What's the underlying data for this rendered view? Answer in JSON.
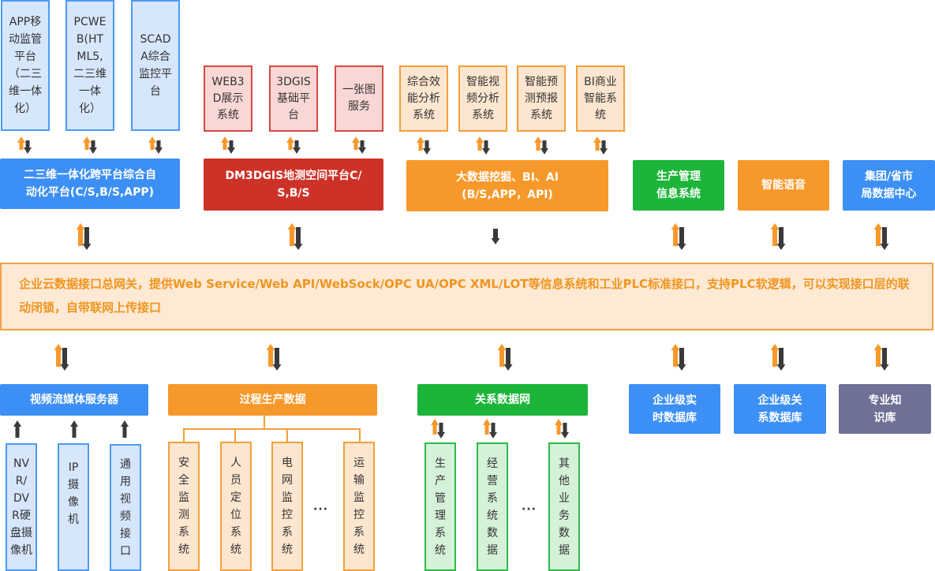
{
  "top_blue_apps": [
    {
      "label": "APP移\n动监管\n平台\n（二三\n维一体\n化）"
    },
    {
      "label": "PCWE\nB(HT\nML5,\n二三维\n一体\n化）"
    },
    {
      "label": "SCAD\nA综合\n监控平\n台"
    }
  ],
  "top_red_apps": [
    {
      "label": "WEB3\nD展示\n系统"
    },
    {
      "label": "3DGIS\n基础平\n台"
    },
    {
      "label": "一张图\n服务"
    }
  ],
  "top_orange_apps": [
    {
      "label": "综合效\n能分析\n系统"
    },
    {
      "label": "智能视\n频分析\n系统"
    },
    {
      "label": "智能预\n测预报\n系统"
    },
    {
      "label": "BI商业\n智能系\n统"
    }
  ],
  "platforms": {
    "automation": "二三维一体化跨平台综合自\n动化平台(C/S,B/S,APP)",
    "gis": "DM3DGIS地测空间平台C/\nS,B/S",
    "bigdata": "大数据挖掘、BI、AI\n(B/S,APP，API)",
    "production_mis": "生产管理\n信息系统",
    "voice": "智能语音",
    "datacenter": "集团/省市\n局数据中心"
  },
  "gateway": {
    "text": "企业云数据接口总网关，提供Web Service/Web API/WebSock/OPC UA/OPC XML/LOT等信息系统和工业PLC标准接口，支持PLC软逻辑，可以实现接口层的联动闭锁，自带联网上传接口"
  },
  "bottom": {
    "video_server": "视频流媒体服务器",
    "video_sources": [
      {
        "label": "NV\nR/\nDV\nR硬\n盘摄\n像机"
      },
      {
        "label": "IP\n摄\n像\n机"
      },
      {
        "label": "通\n用\n视\n频\n接\n口"
      }
    ],
    "process_data": "过程生产数据",
    "process_systems": [
      {
        "label": "安\n全\n监\n测\n系\n统"
      },
      {
        "label": "人\n员\n定\n位\n系\n统"
      },
      {
        "label": "电\n网\n监\n控\n系\n统"
      },
      {
        "label": "运\n输\n监\n控\n系\n统"
      }
    ],
    "relational_net": "关系数据网",
    "relational_items": [
      {
        "label": "生\n产\n管\n理\n系\n统"
      },
      {
        "label": "经\n营\n系\n统\n数\n据"
      },
      {
        "label": "其\n他\n业\n务\n数\n据"
      }
    ],
    "realtime_db": "企业级实\n时数据库",
    "relational_db": "企业级关\n系数据库",
    "knowledge_base": "专业知\n识库",
    "ellipsis": "···"
  },
  "colors": {
    "blue": "#3c8ff5",
    "red": "#cd3228",
    "orange": "#f7992a",
    "green": "#1cb53a",
    "slate": "#6e7096",
    "arrow_up": "#f7992a",
    "arrow_down": "#3a3a3a"
  }
}
